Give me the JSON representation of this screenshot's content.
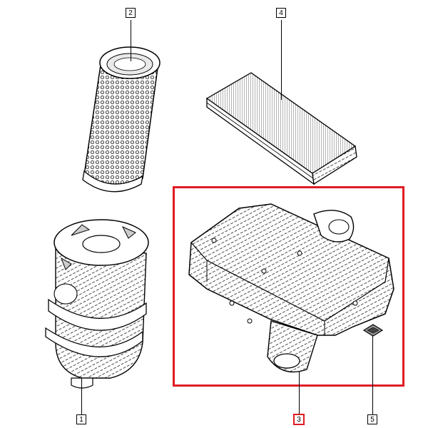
{
  "parts": [
    {
      "ref": "1",
      "name": "housing-assembly"
    },
    {
      "ref": "2",
      "name": "cylindrical-filter"
    },
    {
      "ref": "3",
      "name": "air-filter-box",
      "highlighted": true
    },
    {
      "ref": "4",
      "name": "panel-filter"
    },
    {
      "ref": "5",
      "name": "clip-nut"
    }
  ],
  "highlight_color": "#e01b24",
  "line_color": "#000000"
}
